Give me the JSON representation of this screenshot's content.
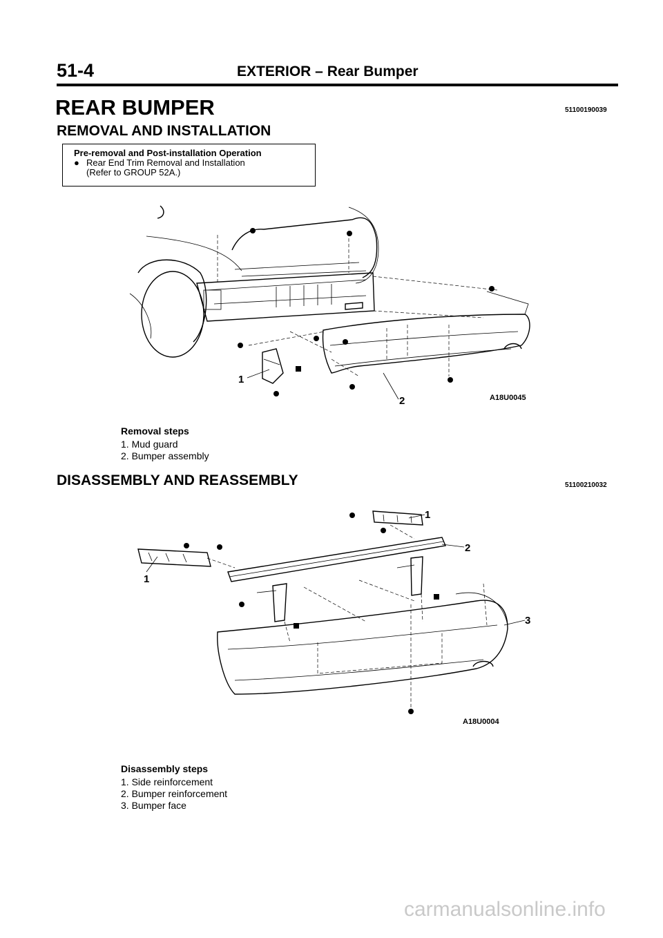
{
  "header": {
    "page_number": "51-4",
    "title": "EXTERIOR – Rear Bumper"
  },
  "main_title": "REAR BUMPER",
  "section1": {
    "heading": "REMOVAL AND INSTALLATION",
    "code": "51100190039",
    "note": {
      "heading": "Pre-removal and Post-installation Operation",
      "bullet": "●",
      "item_line1": "Rear End Trim Removal and Installation",
      "item_line2": "(Refer to GROUP 52A.)"
    },
    "figure": {
      "code": "A18U0045",
      "callouts": [
        "1",
        "2"
      ]
    },
    "steps": {
      "heading": "Removal steps",
      "items": [
        "1. Mud guard",
        "2. Bumper assembly"
      ]
    }
  },
  "section2": {
    "heading": "DISASSEMBLY AND REASSEMBLY",
    "code": "51100210032",
    "figure": {
      "code": "A18U0004",
      "callouts": [
        "1",
        "1",
        "2",
        "3"
      ]
    },
    "steps": {
      "heading": "Disassembly steps",
      "items": [
        "1. Side reinforcement",
        "2. Bumper reinforcement",
        "3. Bumper face"
      ]
    }
  },
  "watermark": "carmanualsonline.info"
}
